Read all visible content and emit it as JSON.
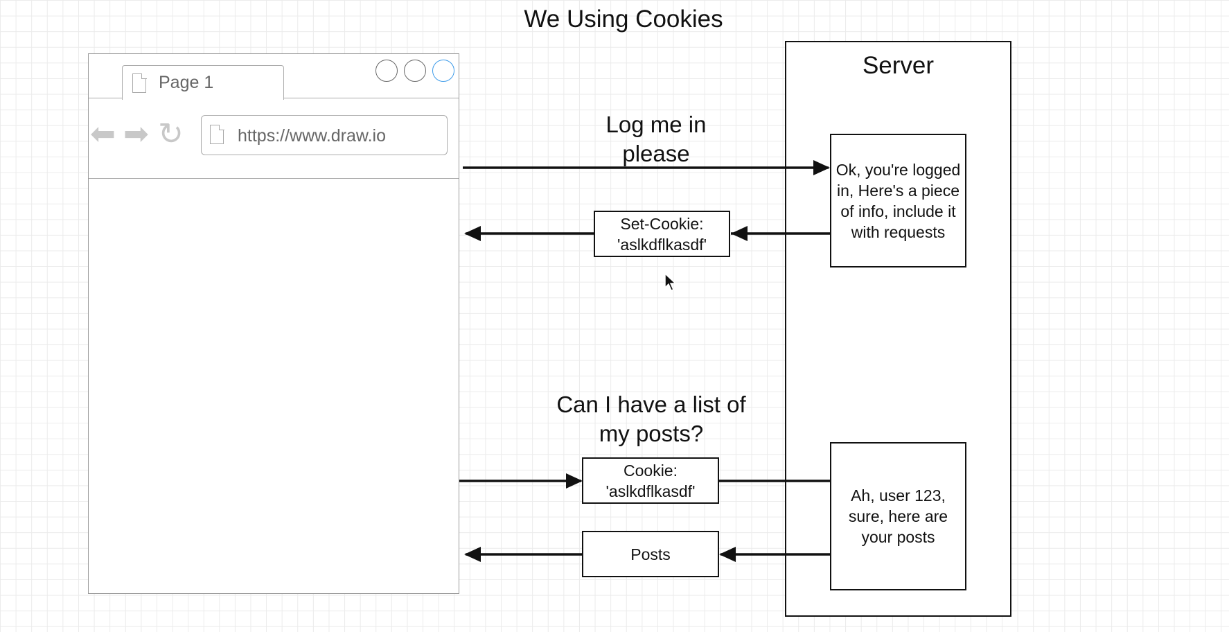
{
  "title": "We Using Cookies",
  "browser": {
    "tab_label": "Page 1",
    "url": "https://www.draw.io"
  },
  "server": {
    "label": "Server",
    "login_response": "Ok, you're logged in, Here's a piece of info, include it with requests",
    "posts_response": "Ah, user 123, sure, here are your posts"
  },
  "messages": {
    "login_request": "Log me in please",
    "set_cookie": "Set-Cookie: 'aslkdflkasdf'",
    "posts_request": "Can I have a list of my posts?",
    "cookie": "Cookie: 'aslkdflkasdf'",
    "posts": "Posts"
  }
}
